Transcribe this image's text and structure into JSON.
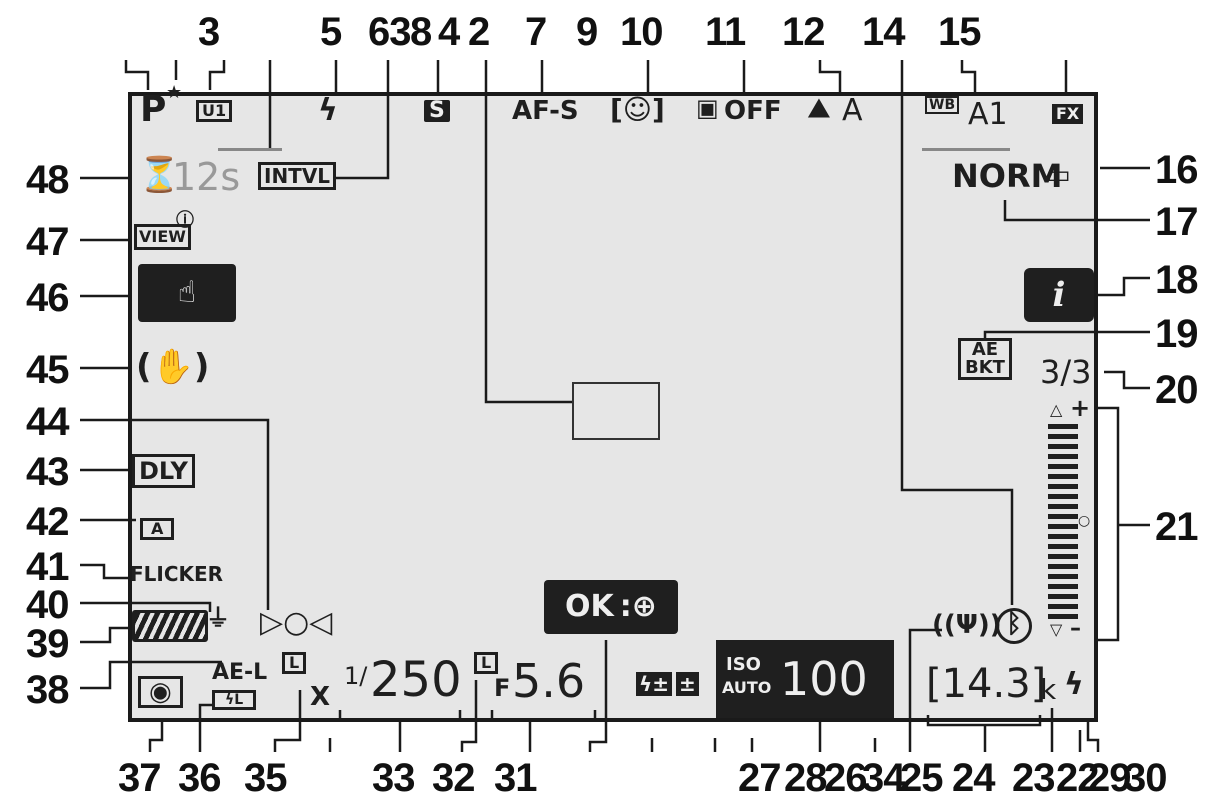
{
  "callouts": {
    "n3": "3",
    "n5": "5",
    "n63": "63",
    "n8": "8",
    "n4": "4",
    "n2": "2",
    "n7": "7",
    "n9": "9",
    "n10": "10",
    "n11": "11",
    "n12": "12",
    "n14": "14",
    "n15": "15",
    "n16": "16",
    "n17": "17",
    "n18": "18",
    "n19": "19",
    "n20": "20",
    "n21": "21",
    "n48": "48",
    "n47": "47",
    "n46": "46",
    "n45": "45",
    "n44": "44",
    "n43": "43",
    "n42": "42",
    "n41": "41",
    "n40": "40",
    "n39": "39",
    "n38": "38",
    "n37": "37",
    "n36": "36",
    "n35": "35",
    "n33": "33",
    "n32": "32",
    "n31": "31",
    "n27": "27",
    "n28": "28",
    "n26": "26",
    "n34": "34",
    "n25": "25",
    "n24": "24",
    "n23": "23",
    "n22": "22",
    "n29": "29",
    "n30": "30"
  },
  "display": {
    "mode": "P",
    "user_setting": "U1",
    "intvl": "INTVL",
    "release_mode": "S",
    "af_mode": "AF-S",
    "subject_detect": "OFF",
    "picture_control": "A",
    "wb_label": "WB",
    "wb_value": "A1",
    "image_area": "FX",
    "quality": "NORM",
    "timer": "12s",
    "view": "VIEW",
    "dly": "DLY",
    "flicker": "FLICKER",
    "ok": "OK",
    "ae_bkt_top": "AE",
    "ae_bkt_bottom": "BKT",
    "bkt_count": "3/3",
    "ae_l": "AE-L",
    "shutter_prefix": "1/",
    "shutter": "250",
    "x_mark": "X",
    "aperture_prefix": "F",
    "aperture": "5.6",
    "iso_top": "ISO",
    "iso_bottom": "AUTO",
    "iso_value": "100",
    "shots": "[14.3]",
    "k": "k",
    "lock_L": "L",
    "info_i": "i"
  }
}
